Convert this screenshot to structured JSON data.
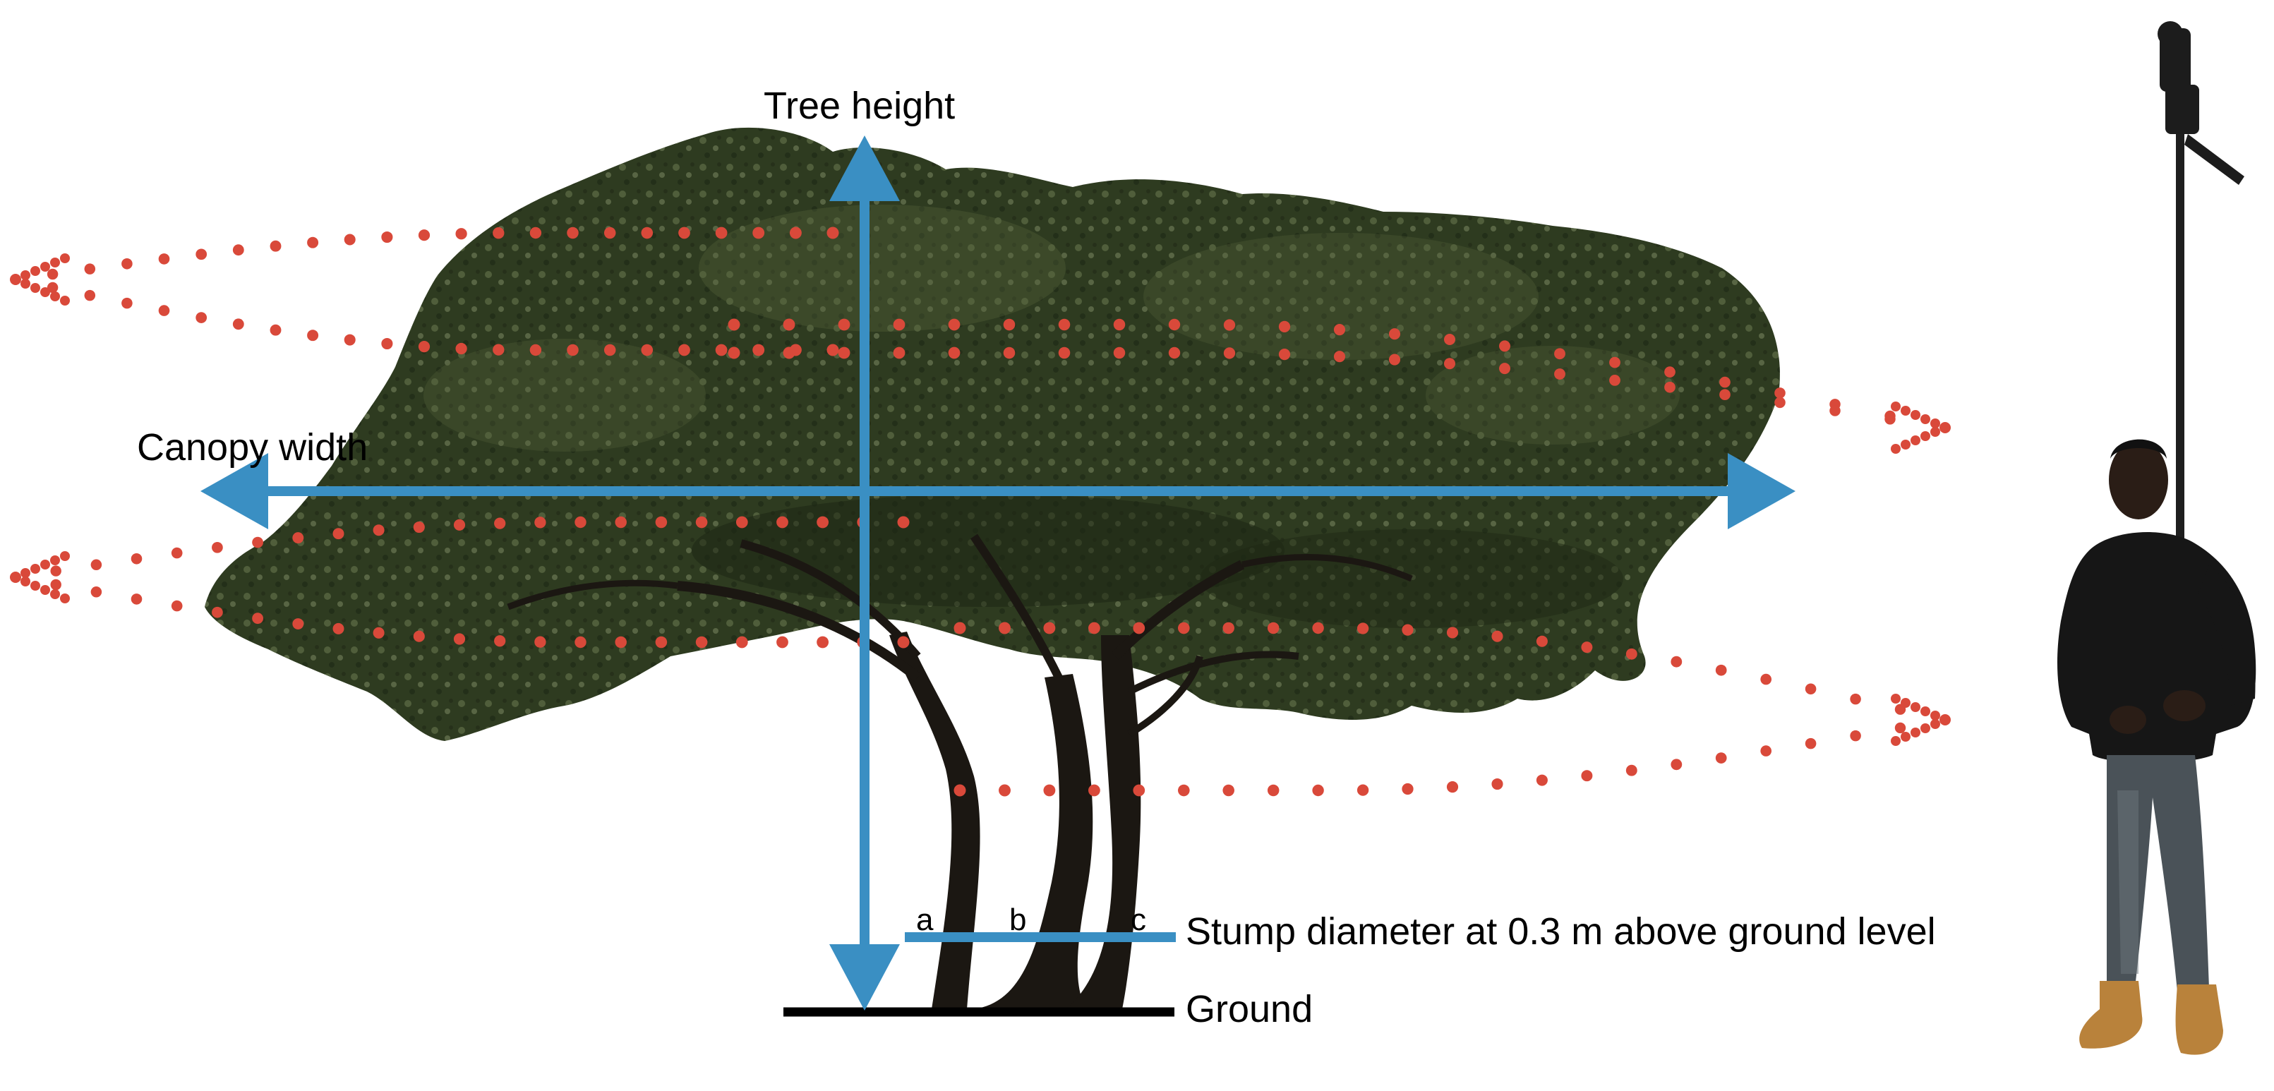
{
  "labels": {
    "tree_height": "Tree height",
    "canopy_width": "Canopy width",
    "stump_diameter": "Stump diameter at 0.3 m above ground level",
    "ground": "Ground",
    "stem_a": "a",
    "stem_b": "b",
    "stem_c": "c"
  },
  "colors": {
    "arrow": "#3a8fc3",
    "scan_dots": "#d9493a",
    "ground_line": "#000000",
    "foliage": "#2f3d22",
    "trunk": "#1b1712"
  },
  "figures": {
    "tree": "acacia-tree",
    "person": "person-holding-scanner-pole"
  },
  "scan_path": "dotted-red-scanner-trajectory"
}
